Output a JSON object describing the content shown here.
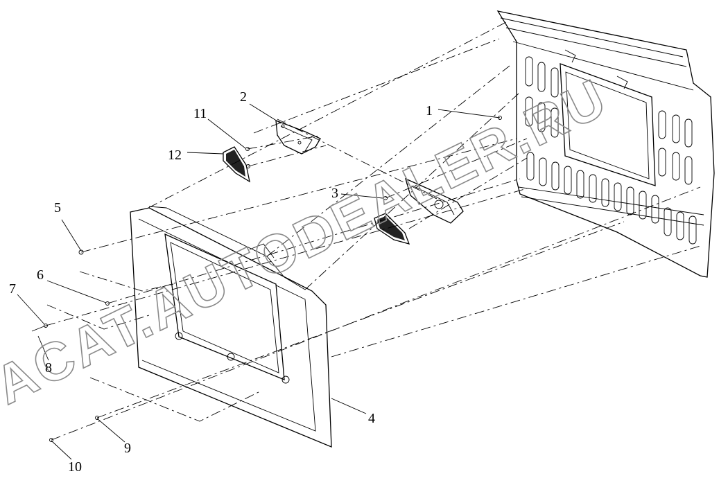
{
  "diagram": {
    "callouts": [
      "1",
      "2",
      "3",
      "4",
      "5",
      "6",
      "7",
      "8",
      "9",
      "10",
      "11",
      "12"
    ],
    "watermark": "ACAT.AUTODEALER.RU"
  }
}
